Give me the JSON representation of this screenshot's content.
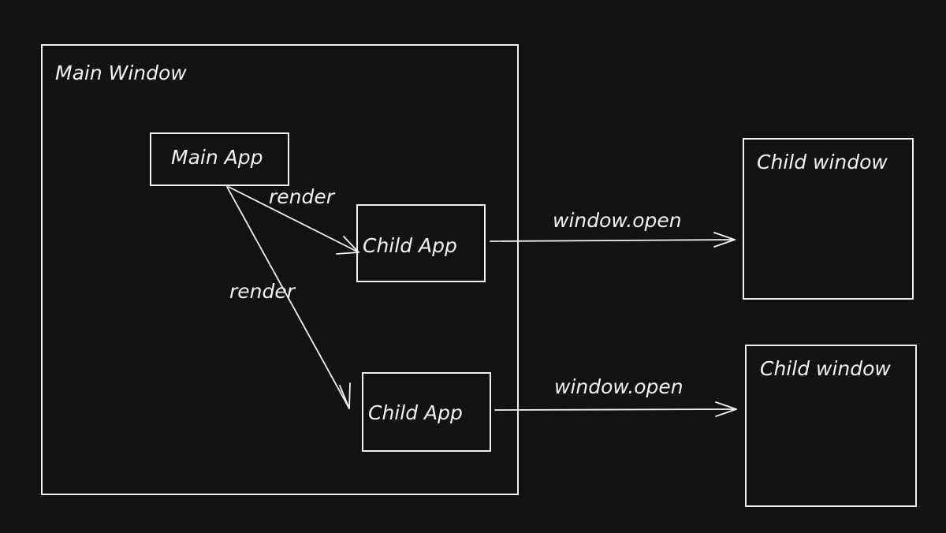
{
  "colors": {
    "background": "#121212",
    "stroke": "#f2f2f2"
  },
  "nodes": {
    "main_window": {
      "label": "Main Window"
    },
    "main_app": {
      "label": "Main App"
    },
    "child_app_1": {
      "label": "Child App"
    },
    "child_app_2": {
      "label": "Child App"
    },
    "child_window_1": {
      "label": "Child window"
    },
    "child_window_2": {
      "label": "Child window"
    }
  },
  "edges": [
    {
      "from": "main_app",
      "to": "child_app_1",
      "label": "render"
    },
    {
      "from": "main_app",
      "to": "child_app_2",
      "label": "render"
    },
    {
      "from": "child_app_1",
      "to": "child_window_1",
      "label": "window.open"
    },
    {
      "from": "child_app_2",
      "to": "child_window_2",
      "label": "window.open"
    }
  ]
}
